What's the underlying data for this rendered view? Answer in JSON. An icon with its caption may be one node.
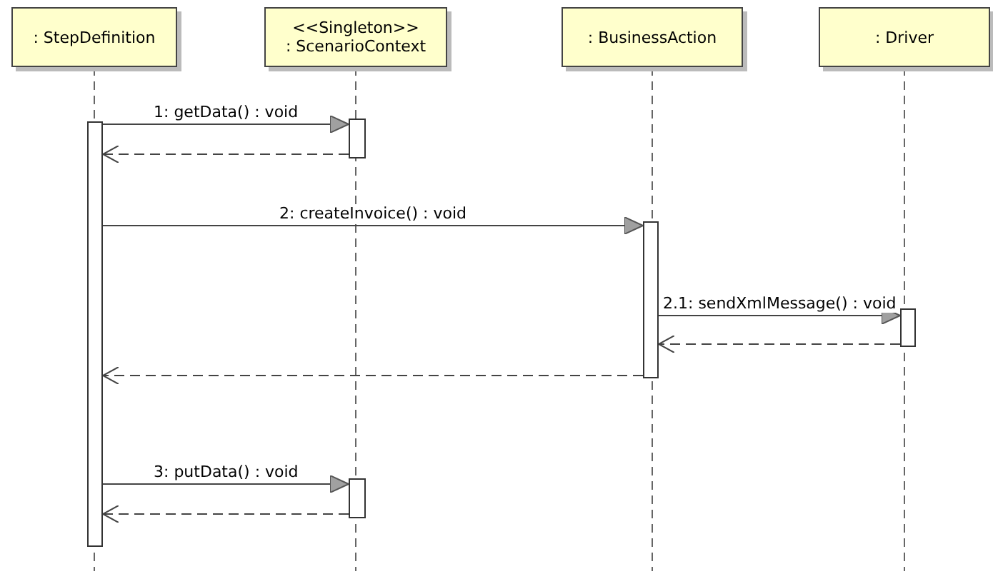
{
  "diagram": {
    "nodes": [
      {
        "text": [
          ": StepDefinition"
        ]
      },
      {
        "text": [
          "<<Singleton>>",
          ": ScenarioContext"
        ]
      },
      {
        "text": [
          ": BusinessAction"
        ]
      },
      {
        "text": [
          ": Driver"
        ]
      },
      {
        "text": [],
        "shape": "bar"
      },
      {
        "text": [],
        "shape": "bar"
      },
      {
        "text": [],
        "shape": "bar"
      },
      {
        "text": [],
        "shape": "bar"
      },
      {
        "text": [],
        "shape": "bar"
      }
    ],
    "edges": [
      {
        "from": 4,
        "to": 5,
        "arrow": "to",
        "label": "1: getData() : void"
      },
      {
        "from": 5,
        "to": 4,
        "arrow": "to",
        "style": "dashed"
      },
      {
        "from": 4,
        "to": 6,
        "arrow": "to",
        "label": "2: createInvoice() : void"
      },
      {
        "from": 6,
        "to": 7,
        "arrow": "to",
        "label": "2.1: sendXmlMessage() : void"
      },
      {
        "from": 7,
        "to": 6,
        "arrow": "to",
        "style": "dashed"
      },
      {
        "from": 6,
        "to": 4,
        "arrow": "to",
        "style": "dashed"
      },
      {
        "from": 4,
        "to": 8,
        "arrow": "to",
        "label": "3: putData() : void"
      },
      {
        "from": 8,
        "to": 4,
        "arrow": "to",
        "style": "dashed"
      }
    ]
  }
}
